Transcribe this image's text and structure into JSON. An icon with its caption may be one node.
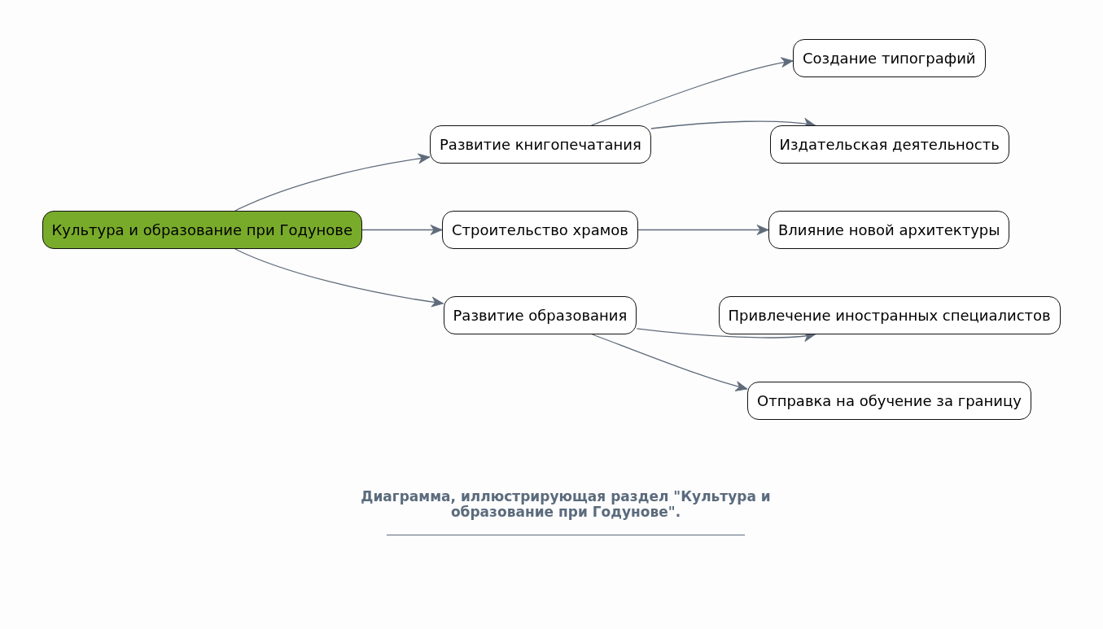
{
  "diagram": {
    "caption": "Диаграмма, иллюстрирующая раздел \"Культура и образование при Годунове\".",
    "nodes": [
      {
        "text": [
          "Культура и образование при Годунове"
        ]
      },
      {
        "text": [
          "Развитие книгопечатания"
        ]
      },
      {
        "text": [
          "Создание типографий"
        ]
      },
      {
        "text": [
          "Издательская деятельность"
        ]
      },
      {
        "text": [
          "Строительство храмов"
        ]
      },
      {
        "text": [
          "Влияние новой архитектуры"
        ]
      },
      {
        "text": [
          "Развитие образования"
        ]
      },
      {
        "text": [
          "Привлечение иностранных специалистов"
        ]
      },
      {
        "text": [
          "Отправка на обучение за границу"
        ]
      }
    ],
    "edges": [
      {
        "from": 0,
        "to": 1,
        "arrow": "to"
      },
      {
        "from": 0,
        "to": 4,
        "arrow": "to"
      },
      {
        "from": 0,
        "to": 6,
        "arrow": "to"
      },
      {
        "from": 1,
        "to": 2,
        "arrow": "to"
      },
      {
        "from": 1,
        "to": 3,
        "arrow": "to"
      },
      {
        "from": 4,
        "to": 5,
        "arrow": "to"
      },
      {
        "from": 6,
        "to": 7,
        "arrow": "to"
      },
      {
        "from": 6,
        "to": 8,
        "arrow": "to"
      }
    ]
  }
}
